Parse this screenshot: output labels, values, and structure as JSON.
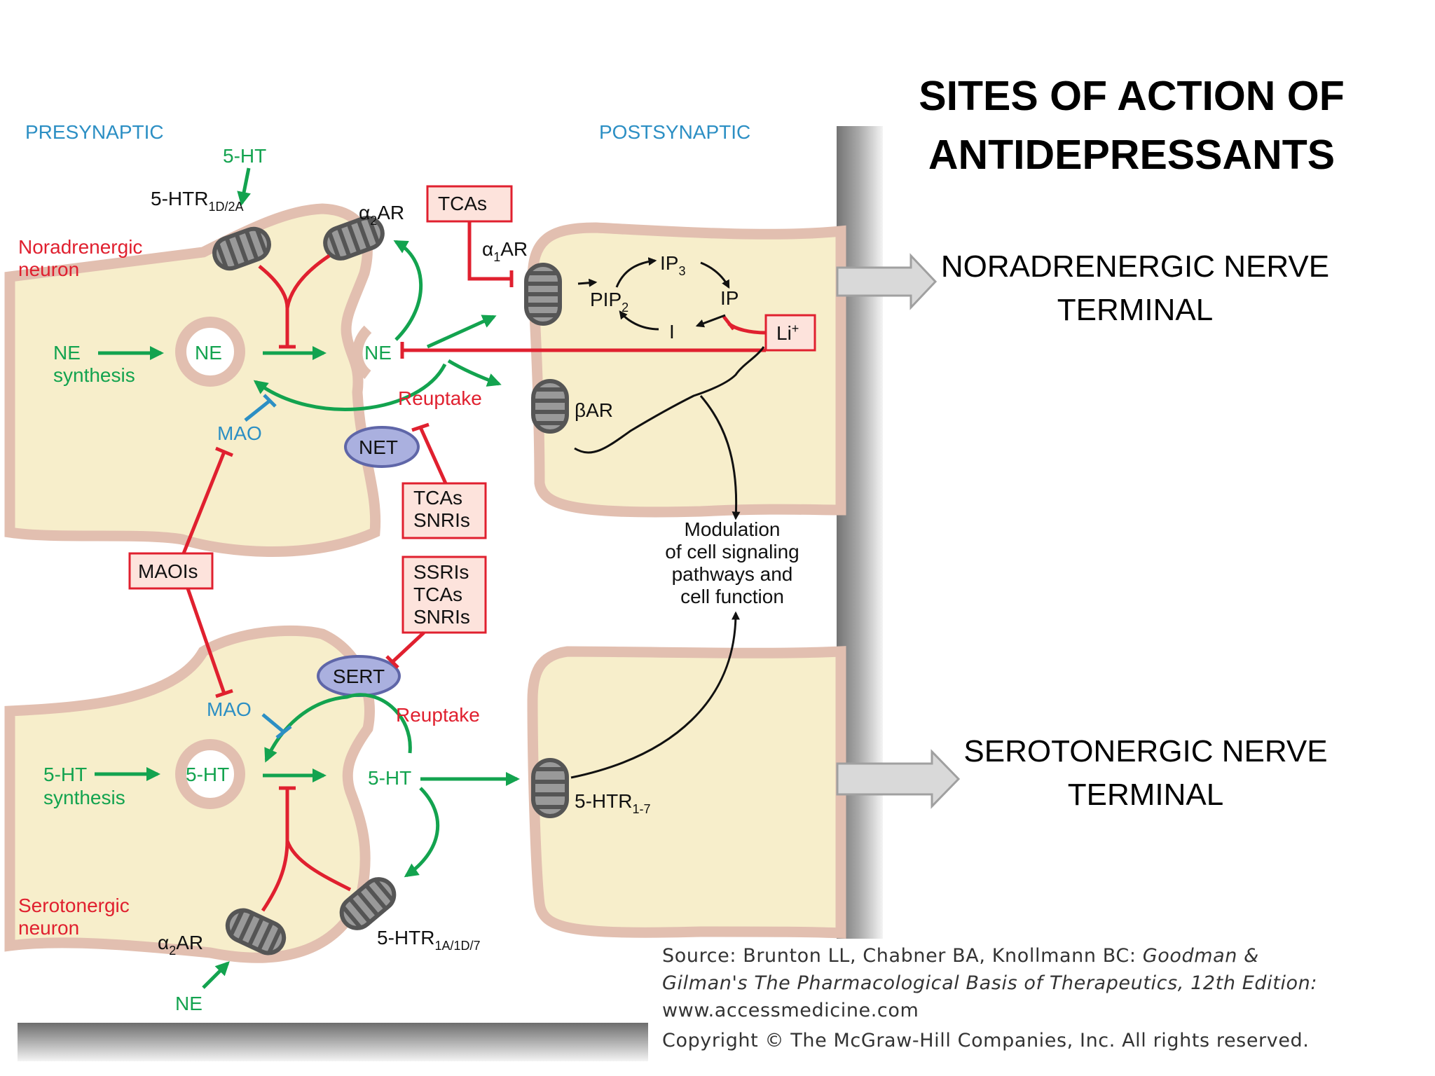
{
  "slide": {
    "title_line1": "SITES OF ACTION OF",
    "title_line2": "ANTIDEPRESSANTS",
    "noradrenergic_terminal_line1": "NORADRENERGIC NERVE",
    "noradrenergic_terminal_line2": "TERMINAL",
    "serotonergic_terminal_line1": "SEROTONERGIC NERVE",
    "serotonergic_terminal_line2": "TERMINAL"
  },
  "diagram": {
    "presynaptic": "PRESYNAPTIC",
    "postsynaptic": "POSTSYNAPTIC",
    "top_5ht": "5-HT",
    "htr_1d2a": "5-HTR",
    "htr_1d2a_sub": "1D/2A",
    "noradrenergic_neuron_1": "Noradrenergic",
    "noradrenergic_neuron_2": "neuron",
    "a2ar_top": "α",
    "a2ar_top_sub": "2",
    "a2ar_top_rest": "AR",
    "tcas_top": "TCAs",
    "a1ar": "α",
    "a1ar_sub": "1",
    "a1ar_rest": "AR",
    "ip3": "IP",
    "ip3_sub": "3",
    "pip2": "PIP",
    "pip2_sub": "2",
    "ip": "IP",
    "i": "I",
    "li": "Li",
    "li_sup": "+",
    "ne_synthesis_1": "NE",
    "ne_synthesis_2": "synthesis",
    "ne_vesicle": "NE",
    "ne_cleft": "NE",
    "reuptake_top": "Reuptake",
    "bar": "βAR",
    "mao_top": "MAO",
    "net": "NET",
    "tcas_snris_1": "TCAs",
    "tcas_snris_2": "SNRIs",
    "modulation_1": "Modulation",
    "modulation_2": "of cell signaling",
    "modulation_3": "pathways and",
    "modulation_4": "cell function",
    "maois": "MAOIs",
    "ssris_1": "SSRIs",
    "ssris_2": "TCAs",
    "ssris_3": "SNRIs",
    "sert": "SERT",
    "mao_bottom": "MAO",
    "reuptake_bottom": "Reuptake",
    "ht_synthesis_1": "5-HT",
    "ht_synthesis_2": "synthesis",
    "ht_vesicle": "5-HT",
    "ht_cleft": "5-HT",
    "htr_1_7": "5-HTR",
    "htr_1_7_sub": "1-7",
    "serotonergic_neuron_1": "Serotonergic",
    "serotonergic_neuron_2": "neuron",
    "a2ar_bottom": "α",
    "a2ar_bottom_sub": "2",
    "a2ar_bottom_rest": "AR",
    "htr_1a1d7": "5-HTR",
    "htr_1a1d7_sub": "1A/1D/7",
    "ne_bottom": "NE"
  },
  "source": {
    "line1_plain": "Source: Brunton LL, Chabner BA, Knollmann BC: ",
    "line1_italic": "Goodman &",
    "line2_italic": "Gilman's The Pharmacological Basis of Therapeutics, 12th Edition:",
    "line3": "www.accessmedicine.com",
    "copyright": "Copyright © The McGraw-Hill Companies, Inc. All rights reserved."
  },
  "colors": {
    "cell_fill": "#f7eecb",
    "cell_border": "#e2bfb0",
    "blue_label": "#2c8fc4",
    "red": "#e0202f",
    "green": "#13a34f",
    "black": "#111111",
    "box_fill": "#fde3dc",
    "transporter_fill": "#aab0df",
    "arrow_fill": "#d9d9d9"
  }
}
